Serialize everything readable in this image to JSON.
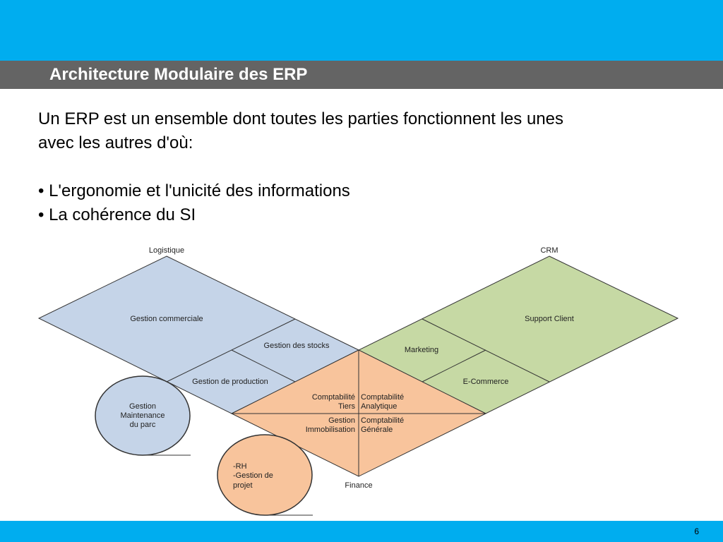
{
  "slide": {
    "title": "Architecture Modulaire des ERP",
    "intro_line1": "Un ERP est un ensemble dont toutes les parties fonctionnent les unes",
    "intro_line2": "avec les autres d'où:",
    "bullets": [
      "• L'ergonomie et l'unicité des informations",
      "• La cohérence du SI"
    ],
    "page_number": "6"
  },
  "diagram": {
    "colors": {
      "logistique_fill": "#c5d4e8",
      "crm_fill": "#c6d9a4",
      "finance_fill": "#f8c49c",
      "outline": "#333333"
    },
    "corners": {
      "logistique": "Logistique",
      "crm": "CRM",
      "finance": "Finance"
    },
    "modules": {
      "gestion_commerciale": "Gestion commerciale",
      "gestion_stocks": "Gestion des stocks",
      "gestion_production": "Gestion de production",
      "support_client": "Support Client",
      "marketing": "Marketing",
      "ecommerce": "E-Commerce",
      "compta_tiers_1": "Comptabilité",
      "compta_tiers_2": "Tiers",
      "compta_analytique_1": "Comptabilité",
      "compta_analytique_2": "Analytique",
      "gestion_immo_1": "Gestion",
      "gestion_immo_2": "Immobilisation",
      "compta_generale_1": "Comptabilité",
      "compta_generale_2": "Générale"
    },
    "circles": {
      "maintenance_1": "Gestion",
      "maintenance_2": "Maintenance",
      "maintenance_3": "du parc",
      "rh_1": "-RH",
      "rh_2": "-Gestion de",
      "rh_3": "projet"
    }
  }
}
